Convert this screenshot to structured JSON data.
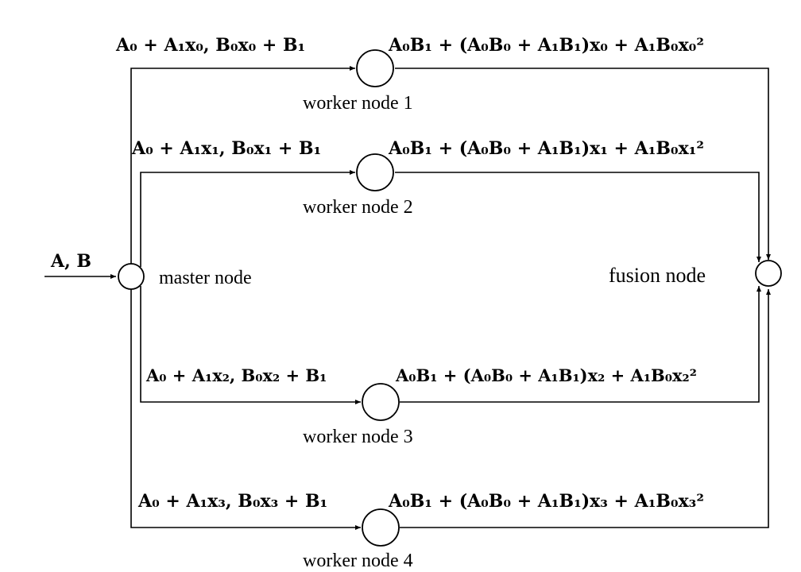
{
  "input_label": "A, B",
  "master_label": "master node",
  "fusion_label": "fusion node",
  "workers": [
    {
      "name": "worker node 1",
      "x_index": "0",
      "input": [
        "A",
        "0",
        " + ",
        "A",
        "1",
        "x",
        "0",
        ", ",
        "B",
        "0",
        "x",
        "0",
        " + ",
        "B",
        "1"
      ],
      "output": [
        "A",
        "0",
        "B",
        "1",
        " + (",
        "A",
        "0",
        "B",
        "0",
        " + ",
        "A",
        "1",
        "B",
        "1",
        ")",
        "x",
        "0",
        " + ",
        "A",
        "1",
        "B",
        "0",
        "x",
        "0",
        "2"
      ]
    },
    {
      "name": "worker node 2",
      "x_index": "1",
      "input": [],
      "output": []
    },
    {
      "name": "worker node 3",
      "x_index": "2",
      "input": [],
      "output": []
    },
    {
      "name": "worker node 4",
      "x_index": "3",
      "input": [],
      "output": []
    }
  ],
  "input_text": [
    "A₀ + A₁x₀, B₀x₀ + B₁",
    "A₀ + A₁x₁, B₀x₁ + B₁",
    "A₀ + A₁x₂, B₀x₂ + B₁",
    "A₀ + A₁x₃, B₀x₃ + B₁"
  ],
  "output_text": [
    "A₀B₁ + (A₀B₀ + A₁B₁)x₀ + A₁B₀x₀²",
    "A₀B₁ + (A₀B₀ + A₁B₁)x₁ + A₁B₀x₁²",
    "A₀B₁ + (A₀B₀ + A₁B₁)x₂ + A₁B₀x₂²",
    "A₀B₁ + (A₀B₀ + A₁B₁)x₃ + A₁B₀x₃²"
  ]
}
